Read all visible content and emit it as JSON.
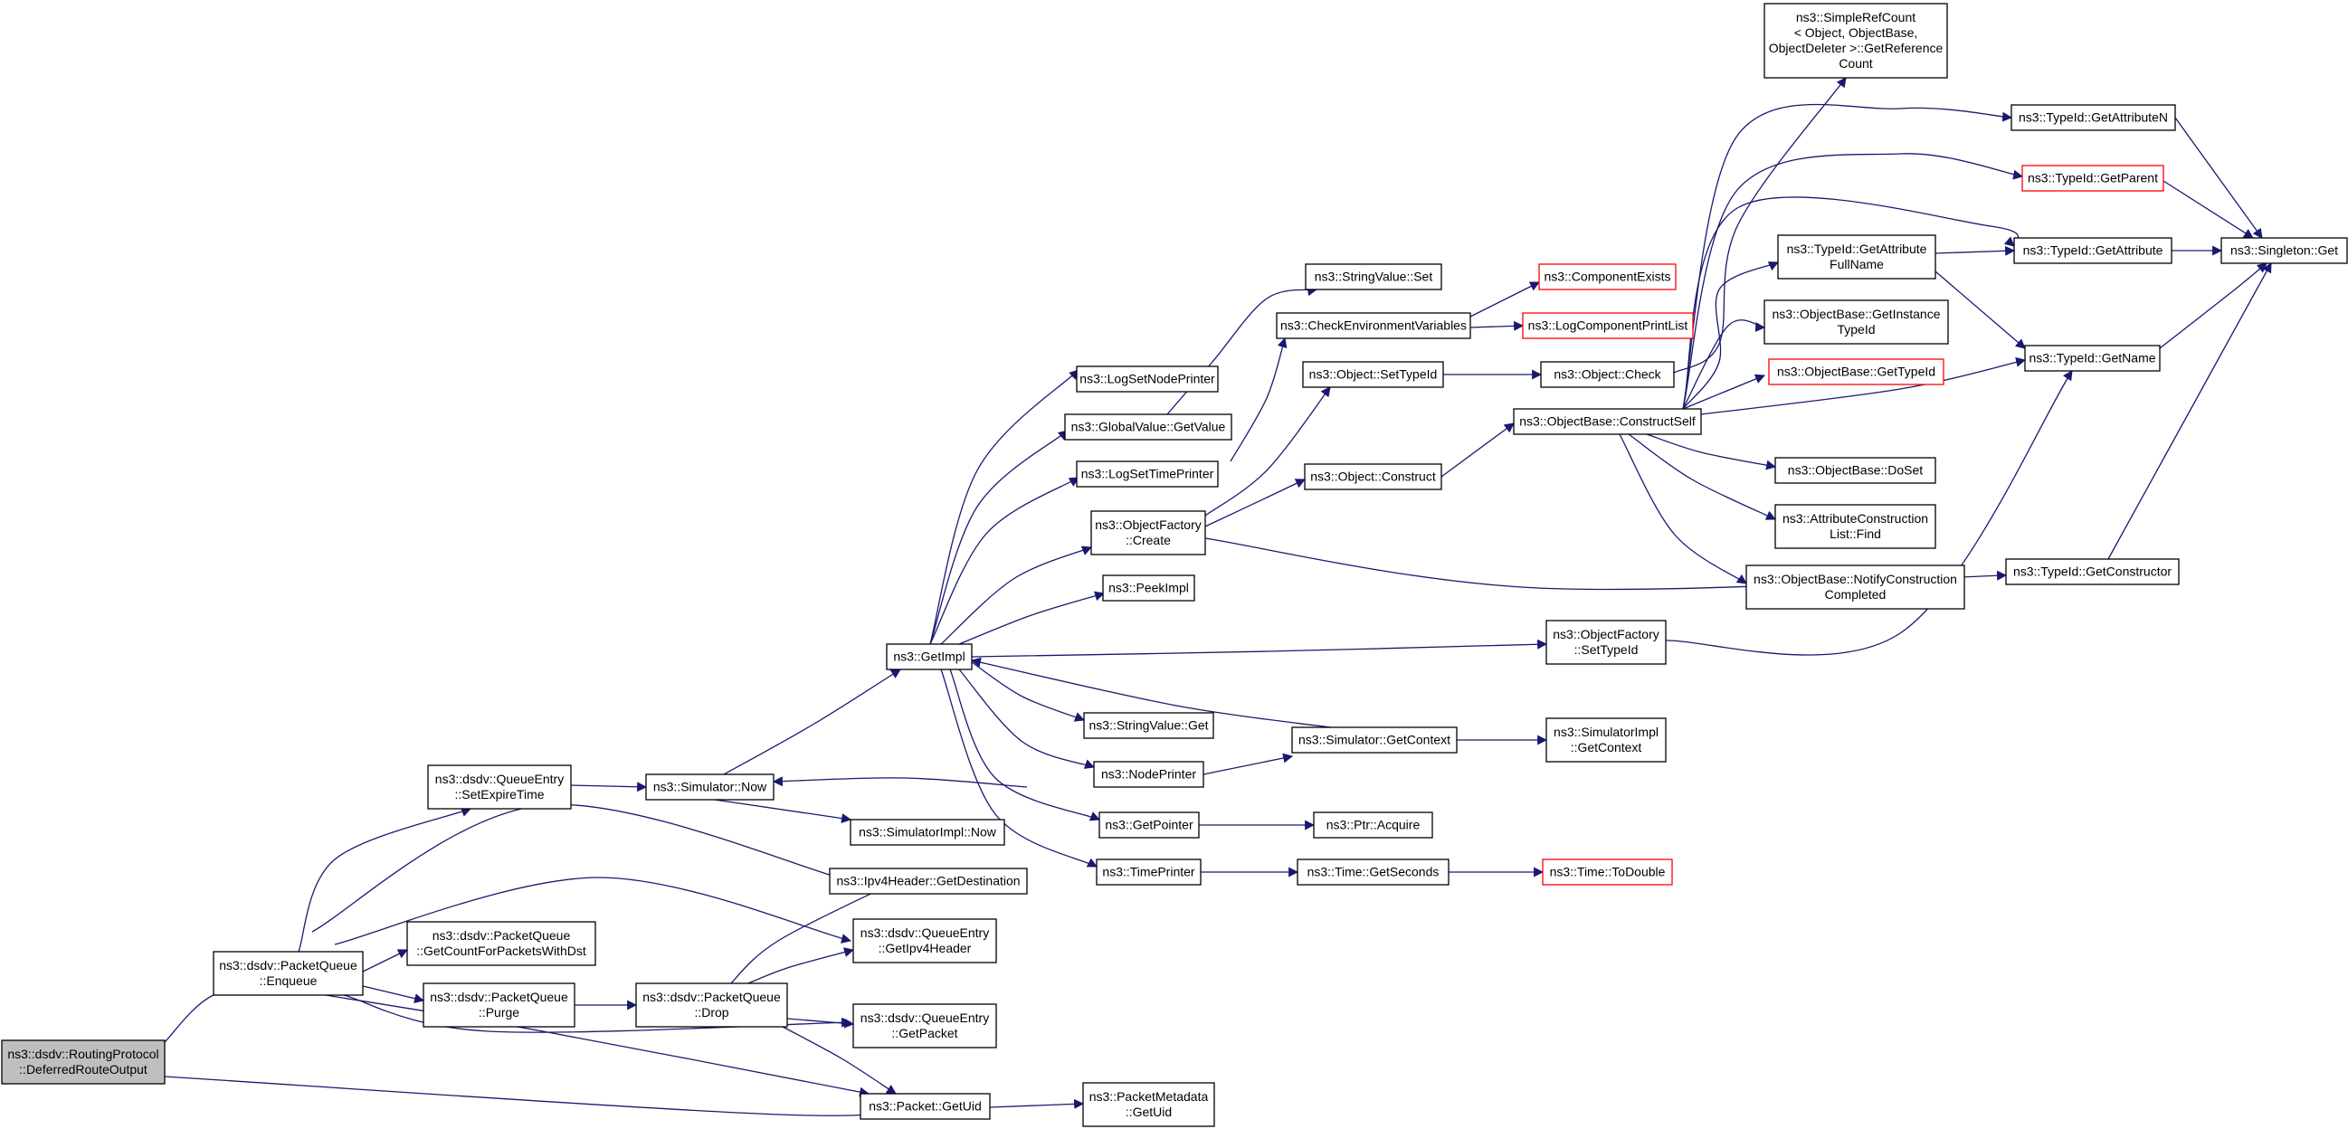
{
  "colors": {
    "edge": "#191970",
    "border": "#000000",
    "border_truncated": "#ff0000",
    "root_fill": "#bfbfbf",
    "node_fill": "#ffffff"
  },
  "nodes": [
    {
      "id": "root",
      "lines": [
        "ns3::dsdv::RoutingProtocol",
        "::DeferredRouteOutput"
      ],
      "kind": "root"
    },
    {
      "id": "enqueue",
      "lines": [
        "ns3::dsdv::PacketQueue",
        "::Enqueue"
      ],
      "kind": "normal"
    },
    {
      "id": "setexpire",
      "lines": [
        "ns3::dsdv::QueueEntry",
        "::SetExpireTime"
      ],
      "kind": "normal"
    },
    {
      "id": "getcount",
      "lines": [
        "ns3::dsdv::PacketQueue",
        "::GetCountForPacketsWithDst"
      ],
      "kind": "normal"
    },
    {
      "id": "purge",
      "lines": [
        "ns3::dsdv::PacketQueue",
        "::Purge"
      ],
      "kind": "normal"
    },
    {
      "id": "drop",
      "lines": [
        "ns3::dsdv::PacketQueue",
        "::Drop"
      ],
      "kind": "normal"
    },
    {
      "id": "simnow",
      "lines": [
        "ns3::Simulator::Now"
      ],
      "kind": "normal"
    },
    {
      "id": "simimplnow",
      "lines": [
        "ns3::SimulatorImpl::Now"
      ],
      "kind": "normal"
    },
    {
      "id": "ipv4dest",
      "lines": [
        "ns3::Ipv4Header::GetDestination"
      ],
      "kind": "normal"
    },
    {
      "id": "getipv4hdr",
      "lines": [
        "ns3::dsdv::QueueEntry",
        "::GetIpv4Header"
      ],
      "kind": "normal"
    },
    {
      "id": "getpacket",
      "lines": [
        "ns3::dsdv::QueueEntry",
        "::GetPacket"
      ],
      "kind": "normal"
    },
    {
      "id": "getuid",
      "lines": [
        "ns3::Packet::GetUid"
      ],
      "kind": "normal"
    },
    {
      "id": "pmgetuid",
      "lines": [
        "ns3::PacketMetadata",
        "::GetUid"
      ],
      "kind": "normal"
    },
    {
      "id": "getimpl",
      "lines": [
        "ns3::GetImpl"
      ],
      "kind": "normal"
    },
    {
      "id": "lognode",
      "lines": [
        "ns3::LogSetNodePrinter"
      ],
      "kind": "normal"
    },
    {
      "id": "gvget",
      "lines": [
        "ns3::GlobalValue::GetValue"
      ],
      "kind": "normal"
    },
    {
      "id": "logtime",
      "lines": [
        "ns3::LogSetTimePrinter"
      ],
      "kind": "normal"
    },
    {
      "id": "ofcreate",
      "lines": [
        "ns3::ObjectFactory",
        "::Create"
      ],
      "kind": "normal"
    },
    {
      "id": "peekimpl",
      "lines": [
        "ns3::PeekImpl"
      ],
      "kind": "normal"
    },
    {
      "id": "svget",
      "lines": [
        "ns3::StringValue::Get"
      ],
      "kind": "normal"
    },
    {
      "id": "nodeprinter",
      "lines": [
        "ns3::NodePrinter"
      ],
      "kind": "normal"
    },
    {
      "id": "getpointer",
      "lines": [
        "ns3::GetPointer"
      ],
      "kind": "normal"
    },
    {
      "id": "timeprinter",
      "lines": [
        "ns3::TimePrinter"
      ],
      "kind": "normal"
    },
    {
      "id": "svset",
      "lines": [
        "ns3::StringValue::Set"
      ],
      "kind": "normal"
    },
    {
      "id": "checkenv",
      "lines": [
        "ns3::CheckEnvironmentVariables"
      ],
      "kind": "normal"
    },
    {
      "id": "objsettid",
      "lines": [
        "ns3::Object::SetTypeId"
      ],
      "kind": "normal"
    },
    {
      "id": "objconstruct",
      "lines": [
        "ns3::Object::Construct"
      ],
      "kind": "normal"
    },
    {
      "id": "ofsettid",
      "lines": [
        "ns3::ObjectFactory",
        "::SetTypeId"
      ],
      "kind": "normal"
    },
    {
      "id": "simgetctx",
      "lines": [
        "ns3::Simulator::GetContext"
      ],
      "kind": "normal"
    },
    {
      "id": "ptracquire",
      "lines": [
        "ns3::Ptr::Acquire"
      ],
      "kind": "normal"
    },
    {
      "id": "timegetsec",
      "lines": [
        "ns3::Time::GetSeconds"
      ],
      "kind": "normal"
    },
    {
      "id": "compexists",
      "lines": [
        "ns3::ComponentExists"
      ],
      "kind": "truncated"
    },
    {
      "id": "logcomplist",
      "lines": [
        "ns3::LogComponentPrintList"
      ],
      "kind": "truncated"
    },
    {
      "id": "objcheck",
      "lines": [
        "ns3::Object::Check"
      ],
      "kind": "normal"
    },
    {
      "id": "obconstructself",
      "lines": [
        "ns3::ObjectBase::ConstructSelf"
      ],
      "kind": "normal"
    },
    {
      "id": "simimplgetctx",
      "lines": [
        "ns3::SimulatorImpl",
        "::GetContext"
      ],
      "kind": "normal"
    },
    {
      "id": "timetodouble",
      "lines": [
        "ns3::Time::ToDouble"
      ],
      "kind": "truncated"
    },
    {
      "id": "refcount",
      "lines": [
        "ns3::SimpleRefCount",
        "< Object, ObjectBase,",
        "ObjectDeleter >::GetReference",
        "Count"
      ],
      "kind": "normal"
    },
    {
      "id": "tidgetattrfull",
      "lines": [
        "ns3::TypeId::GetAttribute",
        "FullName"
      ],
      "kind": "normal"
    },
    {
      "id": "obgetinsttid",
      "lines": [
        "ns3::ObjectBase::GetInstance",
        "TypeId"
      ],
      "kind": "normal"
    },
    {
      "id": "obgettid",
      "lines": [
        "ns3::ObjectBase::GetTypeId"
      ],
      "kind": "truncated"
    },
    {
      "id": "obdoset",
      "lines": [
        "ns3::ObjectBase::DoSet"
      ],
      "kind": "normal"
    },
    {
      "id": "attrconstfind",
      "lines": [
        "ns3::AttributeConstruction",
        "List::Find"
      ],
      "kind": "normal"
    },
    {
      "id": "obnotify",
      "lines": [
        "ns3::ObjectBase::NotifyConstruction",
        "Completed"
      ],
      "kind": "normal"
    },
    {
      "id": "tidgetattrn",
      "lines": [
        "ns3::TypeId::GetAttributeN"
      ],
      "kind": "normal"
    },
    {
      "id": "tidgetparent",
      "lines": [
        "ns3::TypeId::GetParent"
      ],
      "kind": "truncated"
    },
    {
      "id": "tidgetattr",
      "lines": [
        "ns3::TypeId::GetAttribute"
      ],
      "kind": "normal"
    },
    {
      "id": "tidgetname",
      "lines": [
        "ns3::TypeId::GetName"
      ],
      "kind": "normal"
    },
    {
      "id": "tidgetctor",
      "lines": [
        "ns3::TypeId::GetConstructor"
      ],
      "kind": "normal"
    },
    {
      "id": "singleton",
      "lines": [
        "ns3::Singleton::Get"
      ],
      "kind": "normal"
    }
  ]
}
